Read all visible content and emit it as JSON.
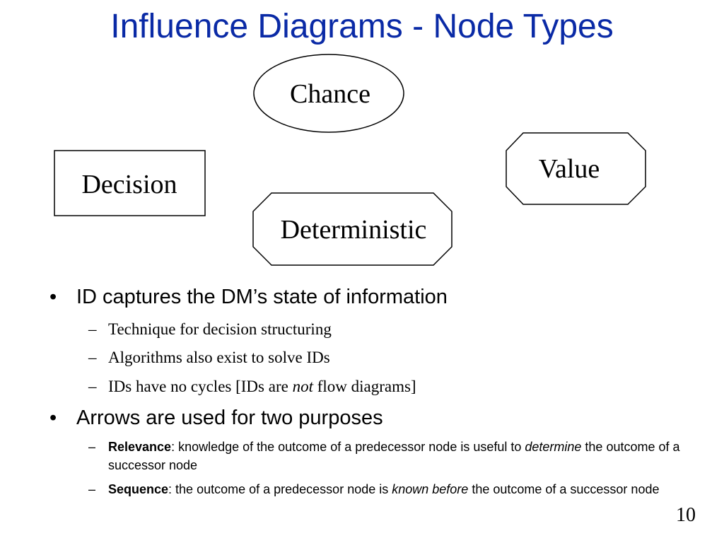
{
  "slide": {
    "title": "Influence Diagrams - Node Types",
    "page_number": "10"
  },
  "nodes": {
    "chance": "Chance",
    "decision": "Decision",
    "value": "Value",
    "deterministic": "Deterministic"
  },
  "bullets": {
    "b1": "ID captures the DM’s state of information",
    "b1_sub1": "Technique for decision structuring",
    "b1_sub2": "Algorithms also exist to solve IDs",
    "b1_sub3_pre": "IDs have no cycles [IDs are ",
    "b1_sub3_em": "not",
    "b1_sub3_post": " flow diagrams]",
    "b2": "Arrows are used for two purposes",
    "b2_sub1_term": "Relevance",
    "b2_sub1_a": ":  knowledge of the outcome of a predecessor node is useful to ",
    "b2_sub1_em": "determine",
    "b2_sub1_b": " the outcome of a successor node",
    "b2_sub2_term": "Sequence",
    "b2_sub2_a": ":  the outcome of a predecessor node is ",
    "b2_sub2_em": "known before",
    "b2_sub2_b": " the outcome of a successor node"
  },
  "markers": {
    "bullet": "•",
    "dash": "–"
  }
}
